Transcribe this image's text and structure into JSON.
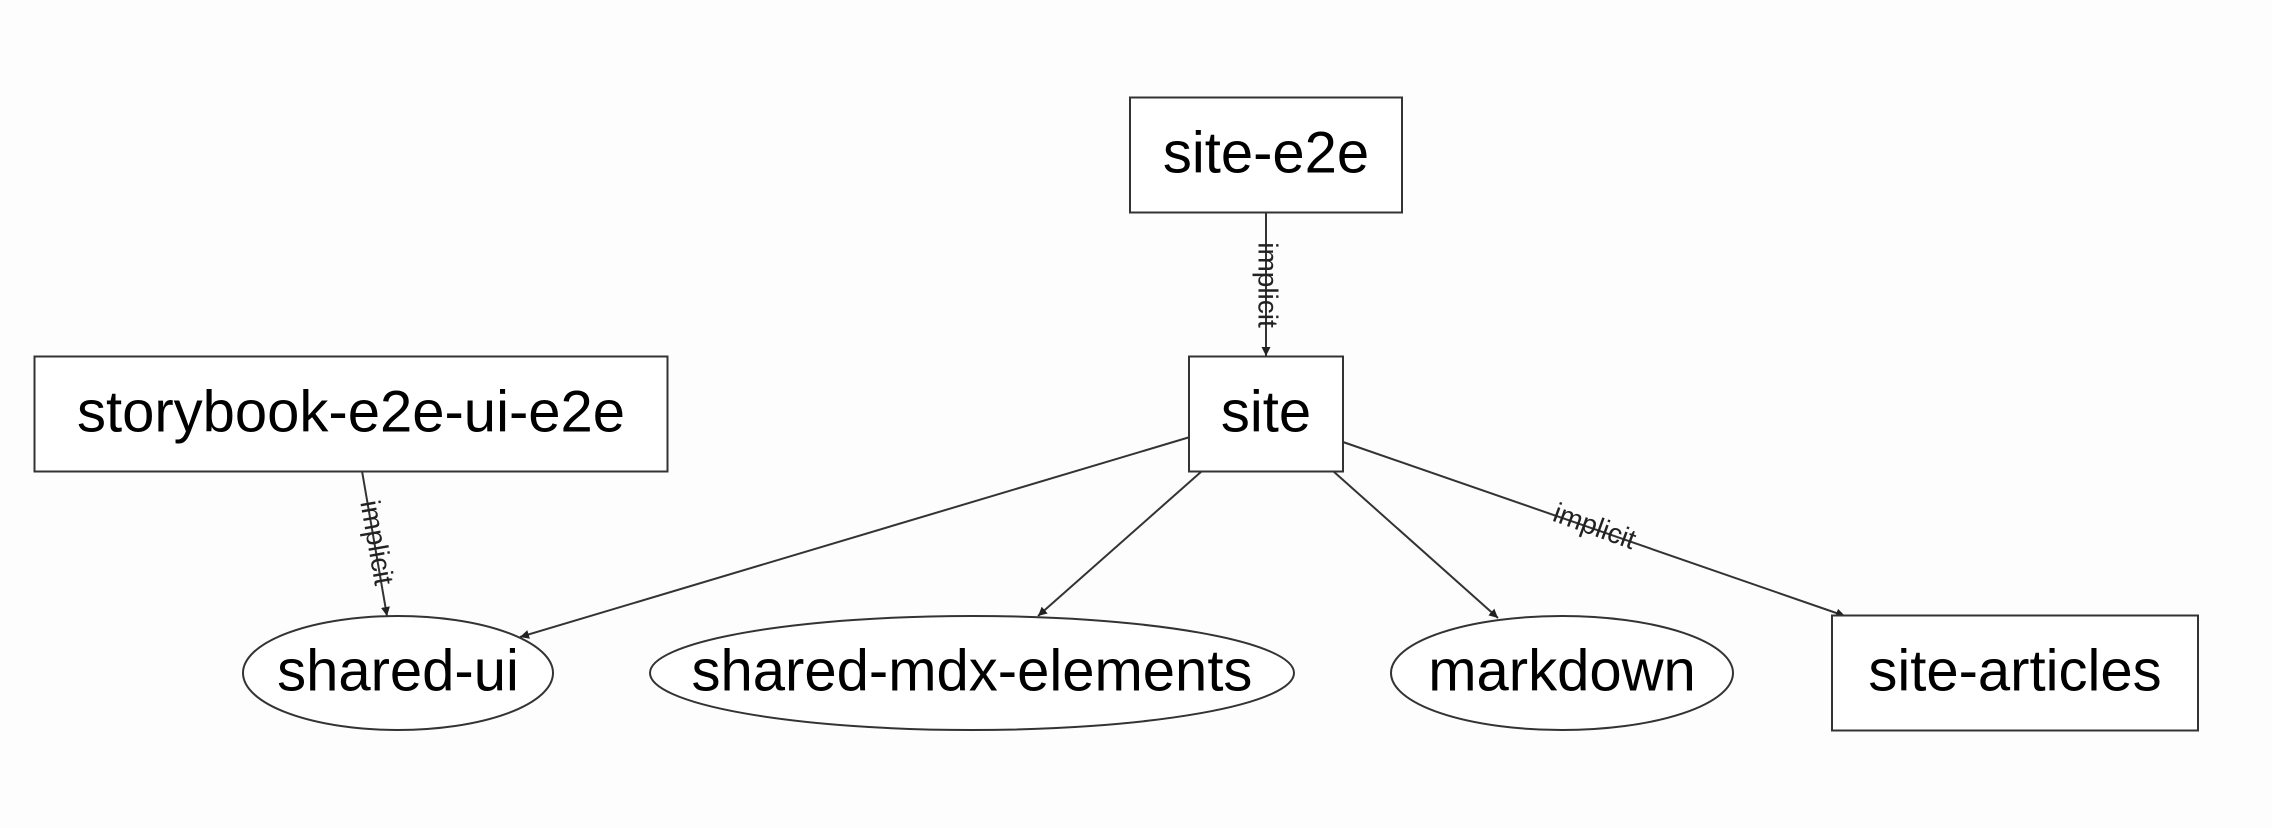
{
  "graph": {
    "nodes": [
      {
        "id": "site-e2e",
        "label": "site-e2e",
        "shape": "box"
      },
      {
        "id": "site",
        "label": "site",
        "shape": "box"
      },
      {
        "id": "storybook-e2e-ui-e2e",
        "label": "storybook-e2e-ui-e2e",
        "shape": "box"
      },
      {
        "id": "shared-ui",
        "label": "shared-ui",
        "shape": "ellipse"
      },
      {
        "id": "shared-mdx-elements",
        "label": "shared-mdx-elements",
        "shape": "ellipse"
      },
      {
        "id": "markdown",
        "label": "markdown",
        "shape": "ellipse"
      },
      {
        "id": "site-articles",
        "label": "site-articles",
        "shape": "box"
      }
    ],
    "edges": [
      {
        "from": "site-e2e",
        "to": "site",
        "label": "implicit"
      },
      {
        "from": "storybook-e2e-ui-e2e",
        "to": "shared-ui",
        "label": "implicit"
      },
      {
        "from": "site",
        "to": "shared-ui",
        "label": ""
      },
      {
        "from": "site",
        "to": "shared-mdx-elements",
        "label": ""
      },
      {
        "from": "site",
        "to": "markdown",
        "label": ""
      },
      {
        "from": "site",
        "to": "site-articles",
        "label": "implicit"
      }
    ]
  }
}
